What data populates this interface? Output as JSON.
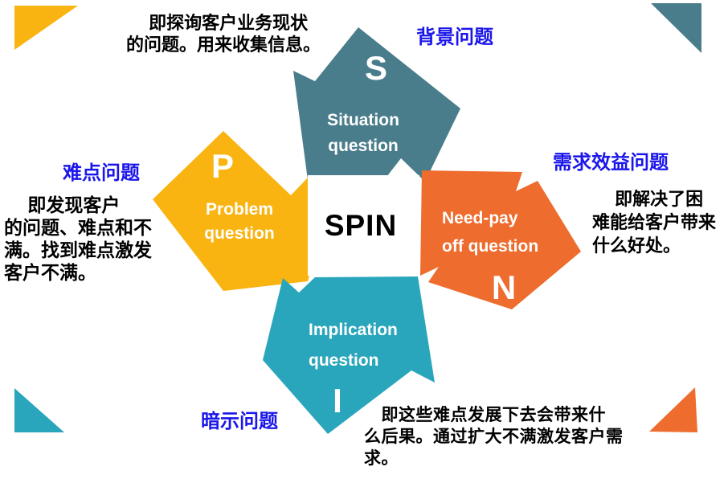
{
  "center": {
    "title": "SPIN"
  },
  "colors": {
    "teal": "#4A7D8B",
    "yellow": "#F9B412",
    "orange": "#ED6C2E",
    "cyan": "#29A6BB",
    "blue_label": "#1B16EA",
    "black_text": "#000000",
    "white": "#FFFFFF"
  },
  "shapes": {
    "situation": {
      "letter": "S",
      "label": "Situation\nquestion",
      "heading": "背景问题",
      "description": "　 即探询客户业务现状\n的问题。用来收集信息。"
    },
    "problem": {
      "letter": "P",
      "label": "Problem\nquestion",
      "heading": "难点问题",
      "description": "　 即发现客户\n的问题、难点和不\n满。找到难点激发\n客户不满。"
    },
    "needpayoff": {
      "letter": "N",
      "label": "Need-pay\noff question",
      "heading": "需求效益问题",
      "description": "　 即解决了困\n难能给客户带来\n什么好处。"
    },
    "implication": {
      "letter": "I",
      "label": "Implication\nquestion",
      "heading": "暗示问题",
      "description": "　即这些难点发展下去会带来什\n么后果。通过扩大不满激发客户需\n求。"
    }
  }
}
